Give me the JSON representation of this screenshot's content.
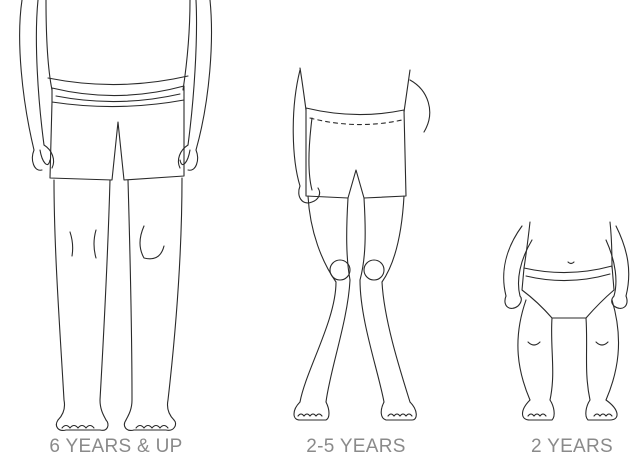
{
  "figures": [
    {
      "label": "6 YEARS & UP"
    },
    {
      "label": "2-5 YEARS"
    },
    {
      "label": "2 YEARS"
    }
  ]
}
